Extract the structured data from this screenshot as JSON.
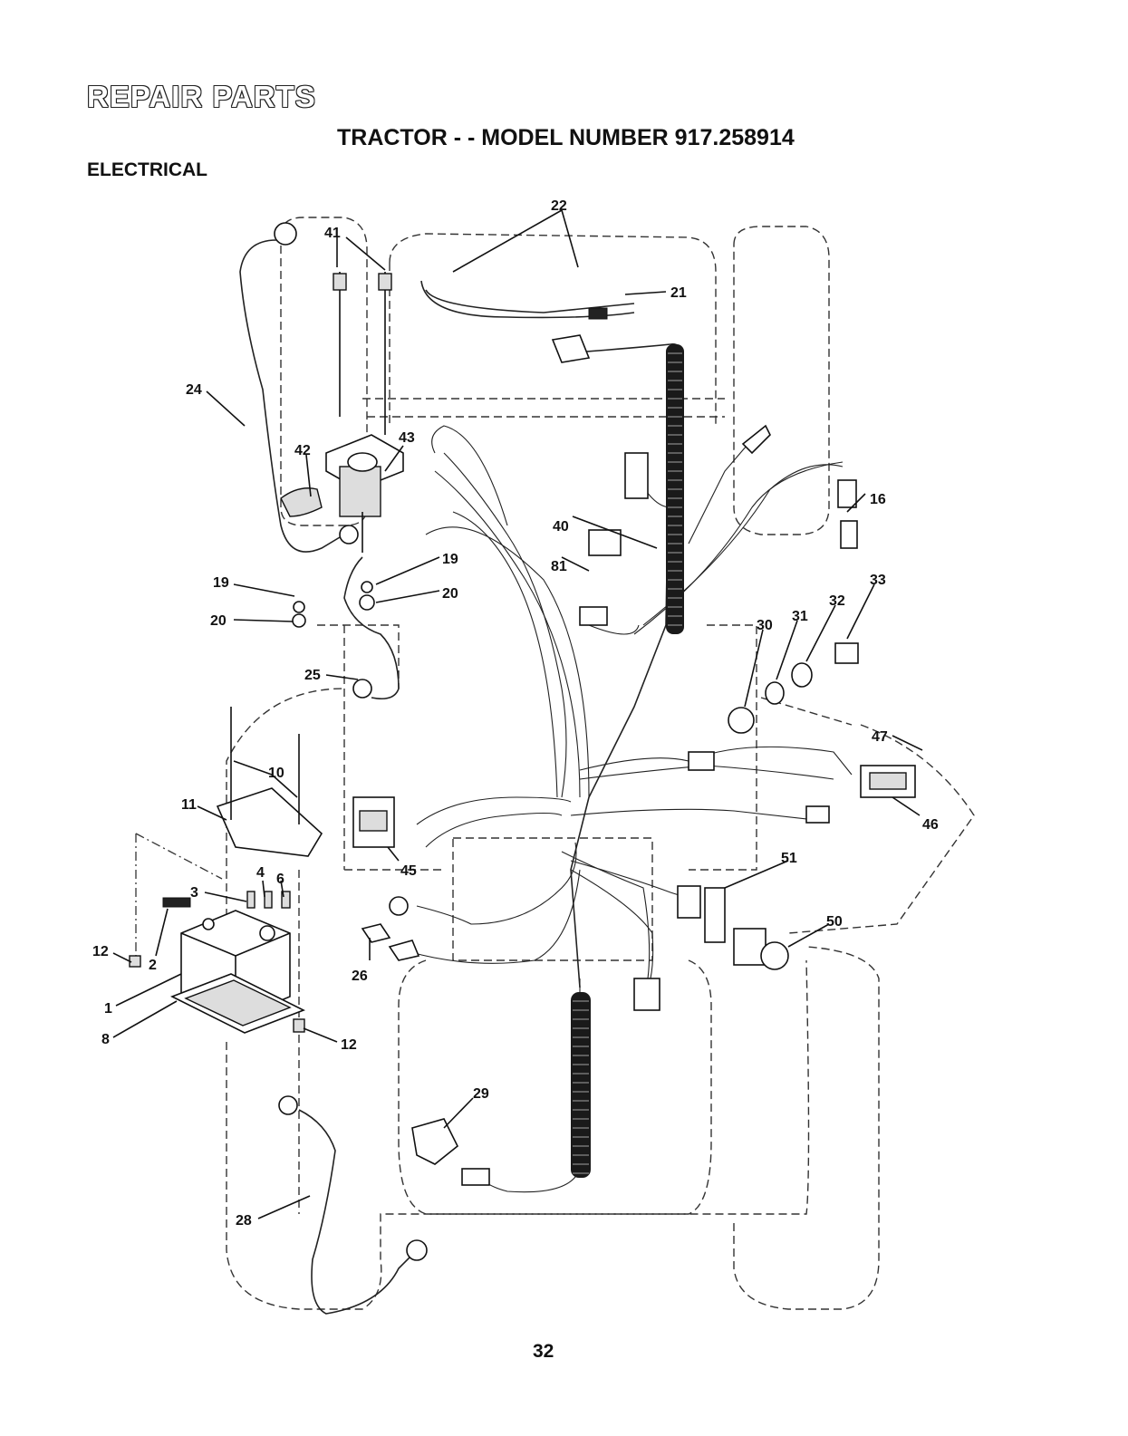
{
  "header": {
    "title": "REPAIR PARTS",
    "model": "TRACTOR - - MODEL NUMBER 917.258914",
    "section": "ELECTRICAL"
  },
  "callouts": [
    "22",
    "21",
    "41",
    "24",
    "42",
    "43",
    "16",
    "40",
    "81",
    "19",
    "20",
    "19",
    "20",
    "33",
    "32",
    "31",
    "30",
    "25",
    "47",
    "10",
    "11",
    "46",
    "45",
    "4",
    "6",
    "3",
    "51",
    "50",
    "12",
    "2",
    "26",
    "1",
    "8",
    "12",
    "29",
    "28"
  ],
  "page_number": "32"
}
